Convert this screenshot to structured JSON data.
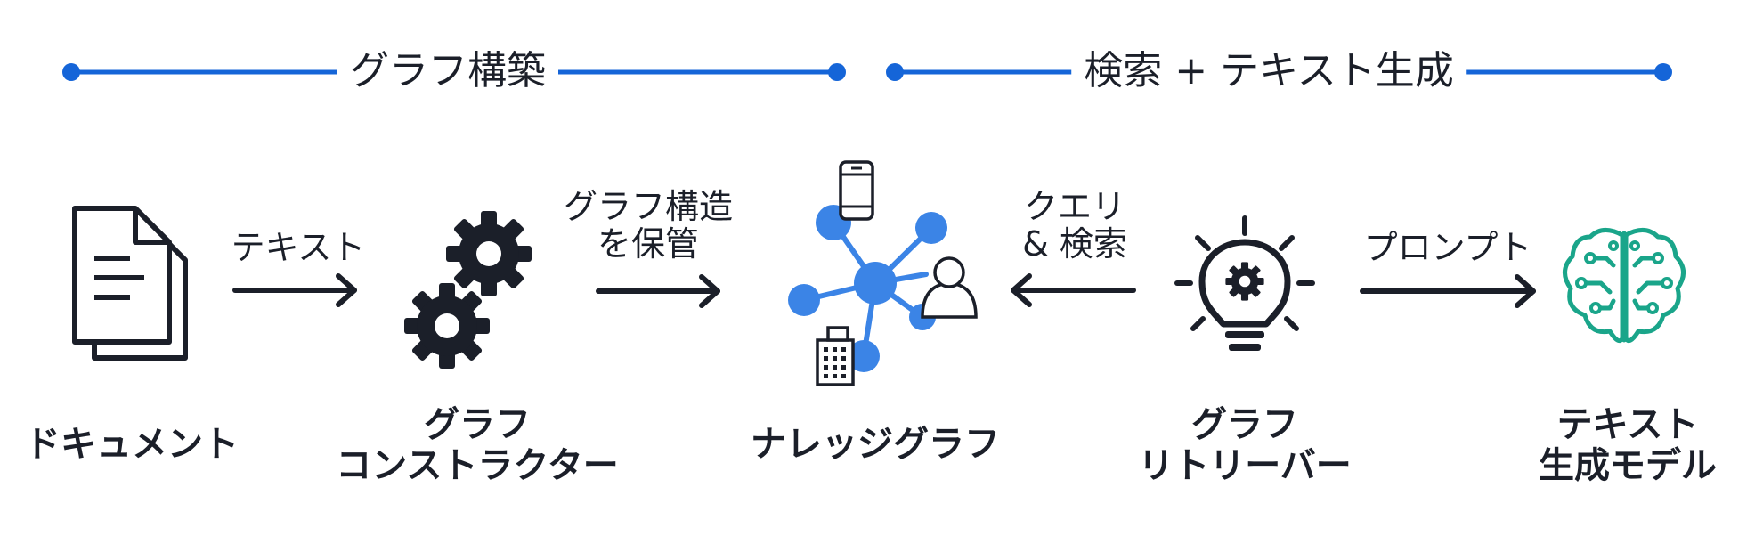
{
  "phases": [
    {
      "label": "グラフ構築"
    },
    {
      "label": "検索 + テキスト生成"
    }
  ],
  "nodes": [
    {
      "lines": [
        "ドキュメント"
      ],
      "icon": "document-icon"
    },
    {
      "lines": [
        "グラフ",
        "コンストラクター"
      ],
      "icon": "gears-icon"
    },
    {
      "lines": [
        "ナレッジグラフ"
      ],
      "icon": "knowledge-graph-icon"
    },
    {
      "lines": [
        "グラフ",
        "リトリーバー"
      ],
      "icon": "lightbulb-gear-icon"
    },
    {
      "lines": [
        "テキスト",
        "生成モデル"
      ],
      "icon": "brain-circuit-icon"
    }
  ],
  "edges": [
    {
      "lines": [
        "テキスト"
      ],
      "direction": "right"
    },
    {
      "lines": [
        "グラフ構造",
        "を保管"
      ],
      "direction": "right"
    },
    {
      "lines": [
        "クエリ",
        "& 検索"
      ],
      "direction": "left"
    },
    {
      "lines": [
        "プロンプト"
      ],
      "direction": "right"
    }
  ],
  "colors": {
    "phase_line": "#1565d8",
    "dark": "#1b1f29",
    "graph_blue": "#3b84e6",
    "brain_green": "#1aa58a"
  }
}
